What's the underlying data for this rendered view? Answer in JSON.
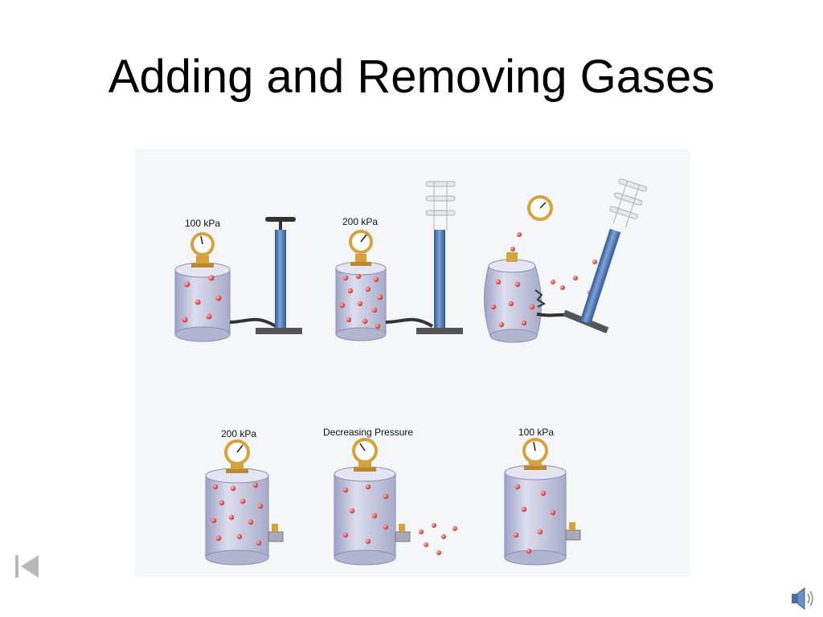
{
  "slide": {
    "title": "Adding and Removing Gases"
  },
  "figure": {
    "top_row": [
      {
        "gauge_label": "100 kPa"
      },
      {
        "gauge_label": "200 kPa"
      }
    ],
    "bottom_row": [
      {
        "gauge_label": "200 kPa"
      },
      {
        "gauge_label": "Decreasing Pressure"
      },
      {
        "gauge_label": "100 kPa"
      }
    ]
  },
  "colors": {
    "cylinder": "#c9cbe0",
    "pump": "#4f79b8",
    "particle": "#f0605a",
    "gauge_brass": "#d5a23e"
  },
  "icons": {
    "nav": "first-slide-icon",
    "sound": "speaker-icon"
  }
}
